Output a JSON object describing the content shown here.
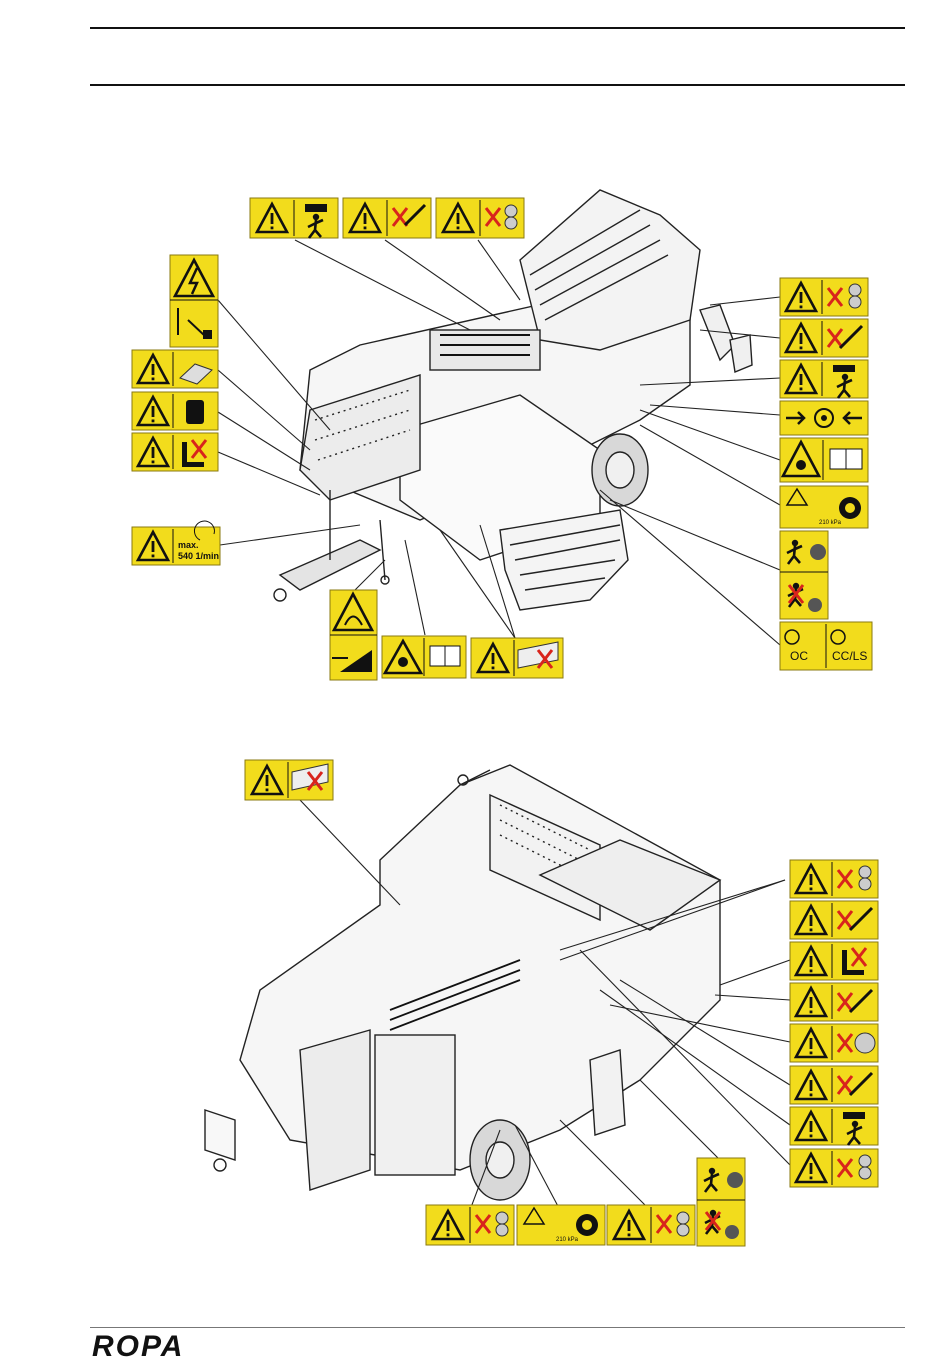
{
  "page": {
    "logo": "ROPA"
  },
  "labels": {
    "max_speed_line1": "max.",
    "max_speed_line2": "540 1/min",
    "oc_label": "OC",
    "ccls_label": "CC/LS",
    "tire_pressure": "210 kPa"
  },
  "colors": {
    "sticker_yellow": "#f2dc1c",
    "warning_red": "#d8241c",
    "line_black": "#111111"
  }
}
